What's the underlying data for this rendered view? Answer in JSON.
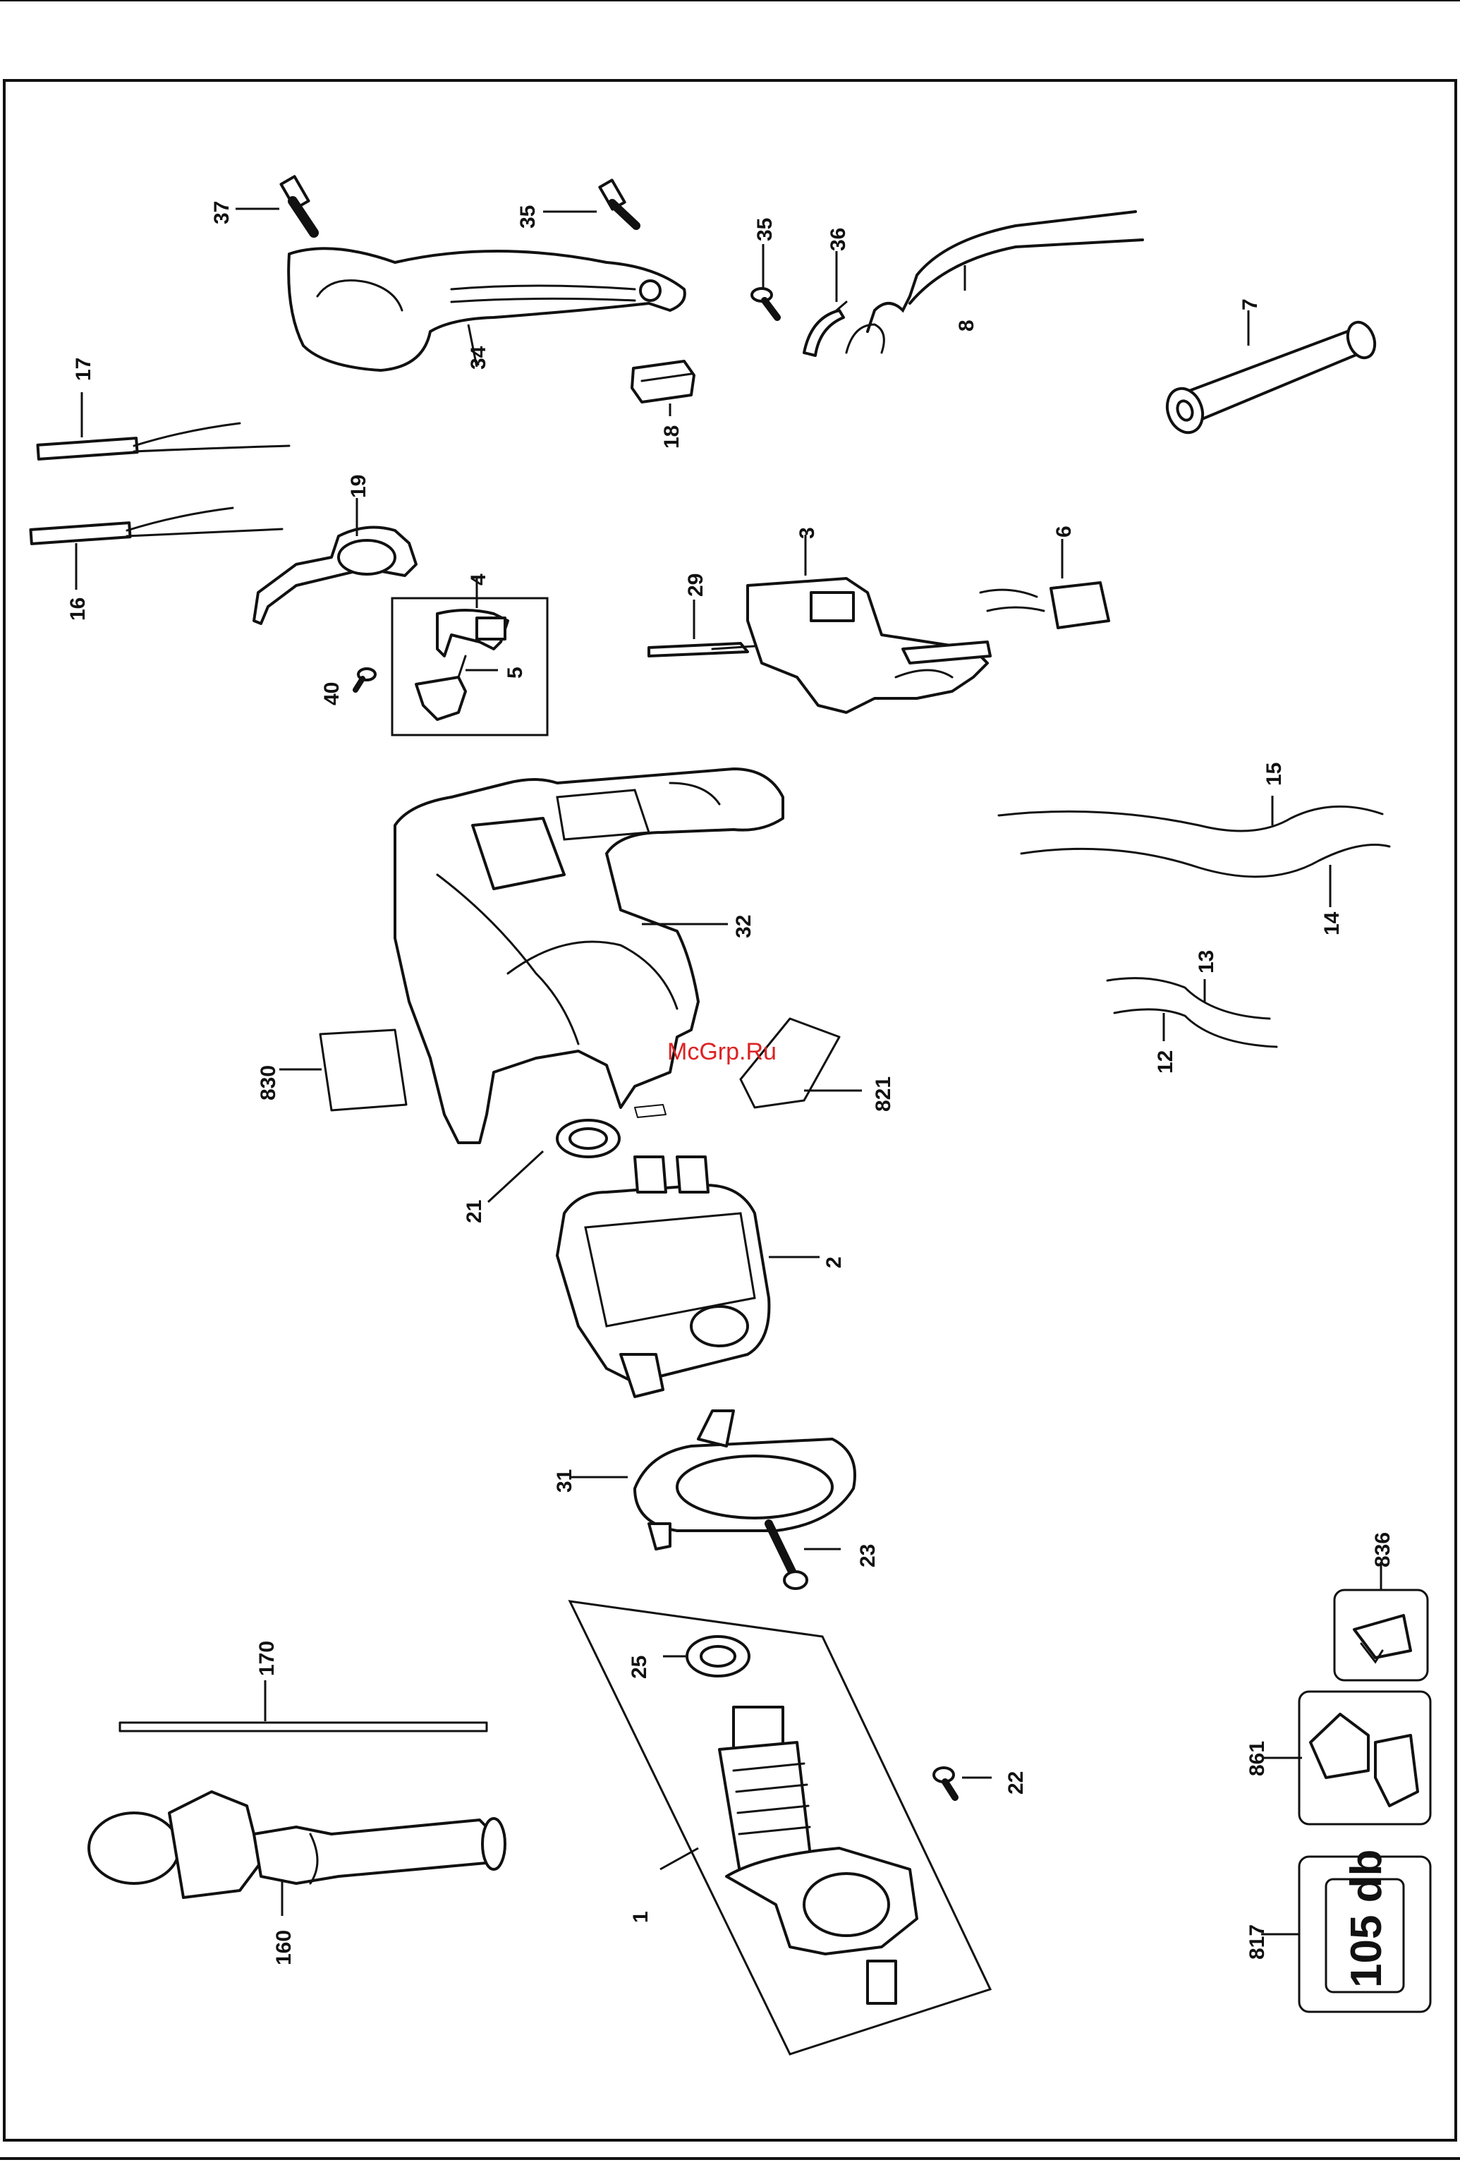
{
  "watermark": "McGrp.Ru",
  "noise_label": "105 db",
  "labels": {
    "l1": "1",
    "l2": "2",
    "l3": "3",
    "l4": "4",
    "l5": "5",
    "l6": "6",
    "l7": "7",
    "l8": "8",
    "l12": "12",
    "l13": "13",
    "l14": "14",
    "l15": "15",
    "l16": "16",
    "l17": "17",
    "l18": "18",
    "l19": "19",
    "l21": "21",
    "l22": "22",
    "l23": "23",
    "l25": "25",
    "l29": "29",
    "l31": "31",
    "l32": "32",
    "l34": "34",
    "l35a": "35",
    "l35b": "35",
    "l36": "36",
    "l37": "37",
    "l40": "40",
    "l160": "160",
    "l170": "170",
    "l817": "817",
    "l821": "821",
    "l830": "830",
    "l836": "836",
    "l861": "861"
  }
}
